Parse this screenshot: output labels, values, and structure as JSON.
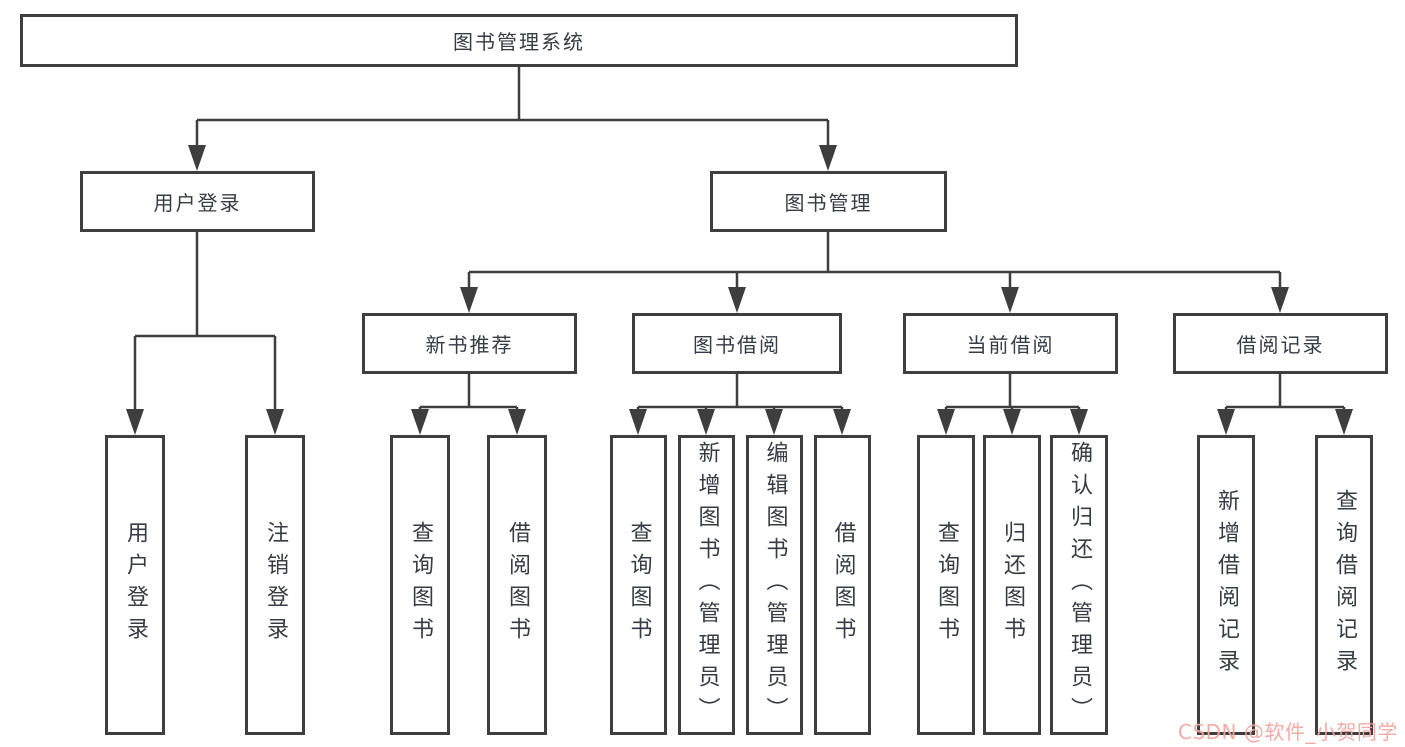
{
  "diagram": {
    "type": "hierarchy-tree",
    "title": "图书管理系统"
  },
  "nodes": {
    "root": {
      "label": "图书管理系统"
    },
    "user_login": {
      "label": "用户登录"
    },
    "book_mgmt": {
      "label": "图书管理"
    },
    "new_book_rec": {
      "label": "新书推荐"
    },
    "book_borrow": {
      "label": "图书借阅"
    },
    "current_borrow": {
      "label": "当前借阅"
    },
    "borrow_record": {
      "label": "借阅记录"
    },
    "user_login_leaf": {
      "label": "用户登录"
    },
    "logout_leaf": {
      "label": "注销登录"
    },
    "rec_query_books": {
      "label": "查询图书"
    },
    "rec_borrow_books": {
      "label": "借阅图书"
    },
    "bb_query_books": {
      "label": "查询图书"
    },
    "bb_add_books": {
      "label": "新增图书（管理员）"
    },
    "bb_edit_books": {
      "label": "编辑图书（管理员）"
    },
    "bb_borrow_books": {
      "label": "借阅图书"
    },
    "cb_query_books": {
      "label": "查询图书"
    },
    "cb_return_books": {
      "label": "归还图书"
    },
    "cb_confirm_return": {
      "label": "确认归还（管理员）"
    },
    "br_add_record": {
      "label": "新增借阅记录"
    },
    "br_query_record": {
      "label": "查询借阅记录"
    }
  },
  "hierarchy": {
    "图书管理系统": {
      "用户登录": [
        "用户登录",
        "注销登录"
      ],
      "图书管理": {
        "新书推荐": [
          "查询图书",
          "借阅图书"
        ],
        "图书借阅": [
          "查询图书",
          "新增图书（管理员）",
          "编辑图书（管理员）",
          "借阅图书"
        ],
        "当前借阅": [
          "查询图书",
          "归还图书",
          "确认归还（管理员）"
        ],
        "借阅记录": [
          "新增借阅记录",
          "查询借阅记录"
        ]
      }
    }
  },
  "watermark": {
    "text": "CSDN @软件_小贺同学",
    "color": "#F2A8A0"
  },
  "colors": {
    "line": "#3E3E3E",
    "box_border": "#3E3E3E",
    "text": "#373B44",
    "background": "#FFFFFF"
  }
}
